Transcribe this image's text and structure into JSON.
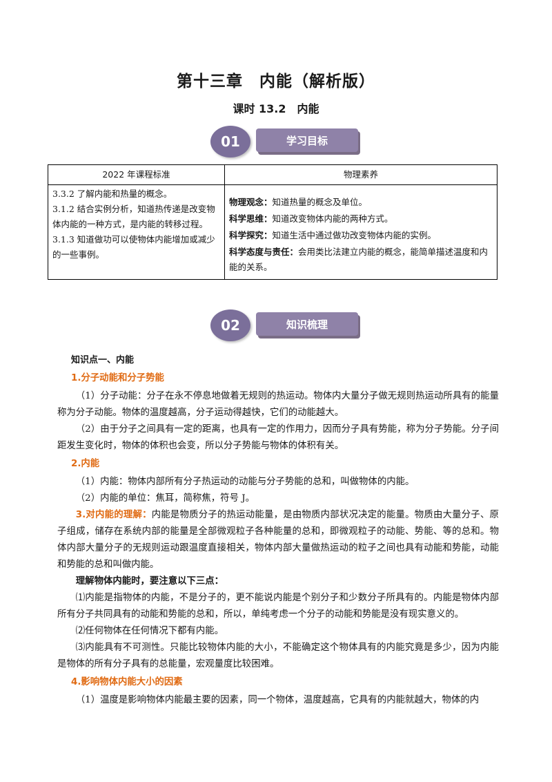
{
  "header": {
    "title": "第十三章　内能（解析版）",
    "subtitle": "课时 13.2　内能"
  },
  "sections": [
    {
      "number": "01",
      "label": "学习目标"
    },
    {
      "number": "02",
      "label": "知识梳理"
    }
  ],
  "colors": {
    "badge_purple": "#7b6f9a",
    "banner_purple": "#8f82a8",
    "orange_heading": "#e06b14"
  },
  "goals_table": {
    "headers": [
      "2022 年课程标准",
      "物理素养"
    ],
    "standards": [
      "3.3.2 了解内能和热量的概念。",
      "3.1.2 结合实例分析，知道热传递是改变物体内能的一种方式，是内能的转移过程。",
      "3.1.3 知道做功可以使物体内能增加或减少的一些事例。"
    ],
    "literacy": [
      {
        "key": "物理观念：",
        "text": "知道热量的概念及单位。"
      },
      {
        "key": "科学思维：",
        "text": "知道改变物体内能的两种方式。"
      },
      {
        "key": "科学探究：",
        "text": "知道生活中通过做功改变物体内能的实例。"
      },
      {
        "key": "科学态度与责任：",
        "text": "会用类比法建立内能的概念，能简单描述温度和内能的关系。"
      }
    ]
  },
  "knowledge": {
    "point_title": "知识点一、内能",
    "h1": "1.分子动能和分子势能",
    "p1": "（1）分子动能：分子在永不停息地做着无规则的热运动。物体内大量分子做无规则热运动所具有的能量称为分子动能。物体的温度越高，分子运动得越快，它们的动能越大。",
    "p2": "（2）由于分子之间具有一定的距离，也具有一定的作用力，因而分子具有势能，称为分子势能。分子间距发生变化时，物体的体积也会变，所以分子势能与物体的体积有关。",
    "h2": "2.内能",
    "p3": "（1）内能：物体内部所有分子热运动的动能与分子势能的总和，叫做物体的内能。",
    "p4": "（2）内能的单位：焦耳，简称焦，符号 J。",
    "h3": "3.对内能的理解：",
    "p5": "内能是物质分子的热运动能量，是由物质内部状况决定的能量。物质由大量分子、原子组成，储存在系统内部的能量是全部微观粒子各种能量的总和，即微观粒子的动能、势能、等的总和。物体内部大量分子的无规则运动跟温度直接相关，物体内部大量做热运动的粒子之间也具有动能和势能，动能和势能的总和叫做内能。",
    "note_title": "理解物体内能时，要注意以下三点：",
    "n1": "⑴内能是指物体的内能，不是分子的，更不能说内能是个别分子和少数分子所具有的。内能是物体内部所有分子共同具有的动能和势能的总和，所以，单纯考虑一个分子的动能和势能是没有现实意义的。",
    "n2": "⑵任何物体在任何情况下都有内能。",
    "n3": "⑶内能具有不可测性。只能比较物体内能的大小，不能确定这个物体具有的内能究竟是多少，因为内能是物体的所有分子具有的总能量，宏观量度比较困难。",
    "h4": "4.影响物体内能大小的因素",
    "p6": "（1）温度是影响物体内能最主要的因素，同一个物体，温度越高，它具有的内能就越大，物体的内"
  }
}
